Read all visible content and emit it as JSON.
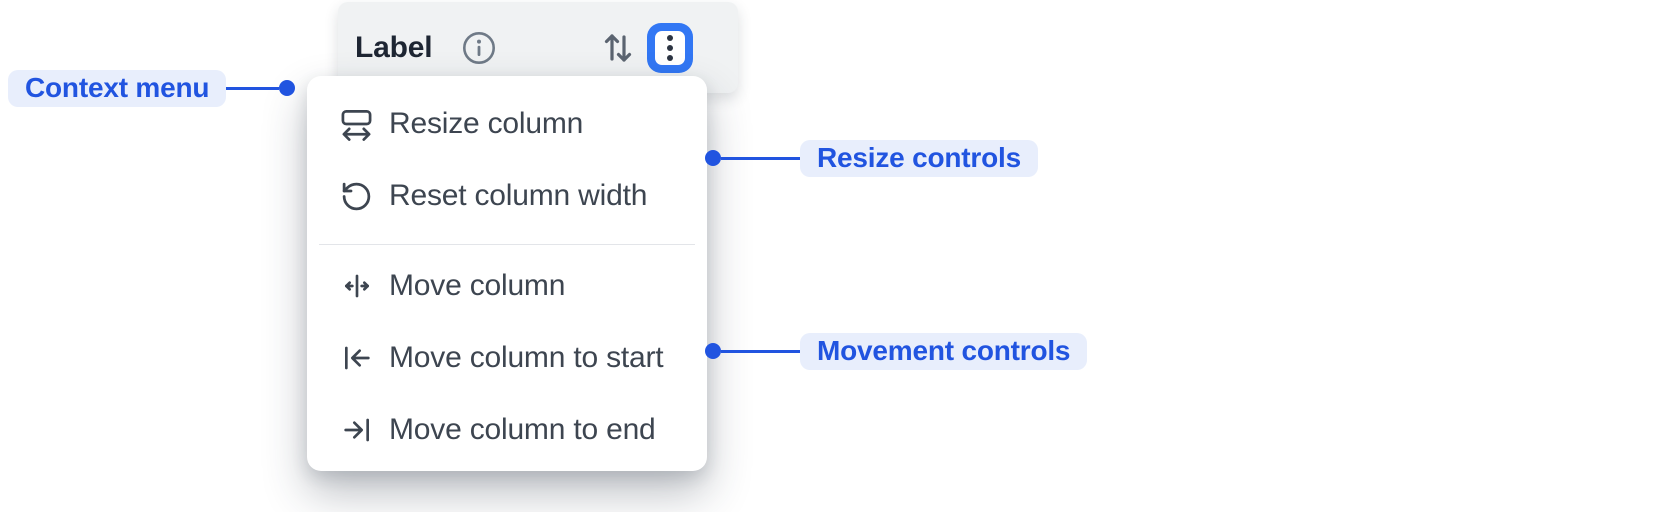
{
  "header": {
    "label": "Label",
    "info_icon": "info-icon",
    "sort_icon": "sort-vertical-icon",
    "menu_button_icon": "kebab-vertical-icon"
  },
  "menu": {
    "items": [
      {
        "icon": "resize-column-icon",
        "label": "Resize column"
      },
      {
        "icon": "reset-column-width-icon",
        "label": "Reset column width"
      },
      {
        "icon": "move-column-icon",
        "label": "Move column"
      },
      {
        "icon": "move-column-to-start-icon",
        "label": "Move column to start"
      },
      {
        "icon": "move-column-to-end-icon",
        "label": "Move column to end"
      }
    ]
  },
  "annotations": {
    "context_menu": "Context menu",
    "resize_controls": "Resize controls",
    "movement_controls": "Movement controls"
  },
  "colors": {
    "accent_blue": "#2154e0",
    "pill_background": "#e8eefc",
    "focus_ring_blue": "#3277f4",
    "header_background": "#f0f2f3",
    "header_text": "#1e2633",
    "menu_text": "#3d4550"
  }
}
